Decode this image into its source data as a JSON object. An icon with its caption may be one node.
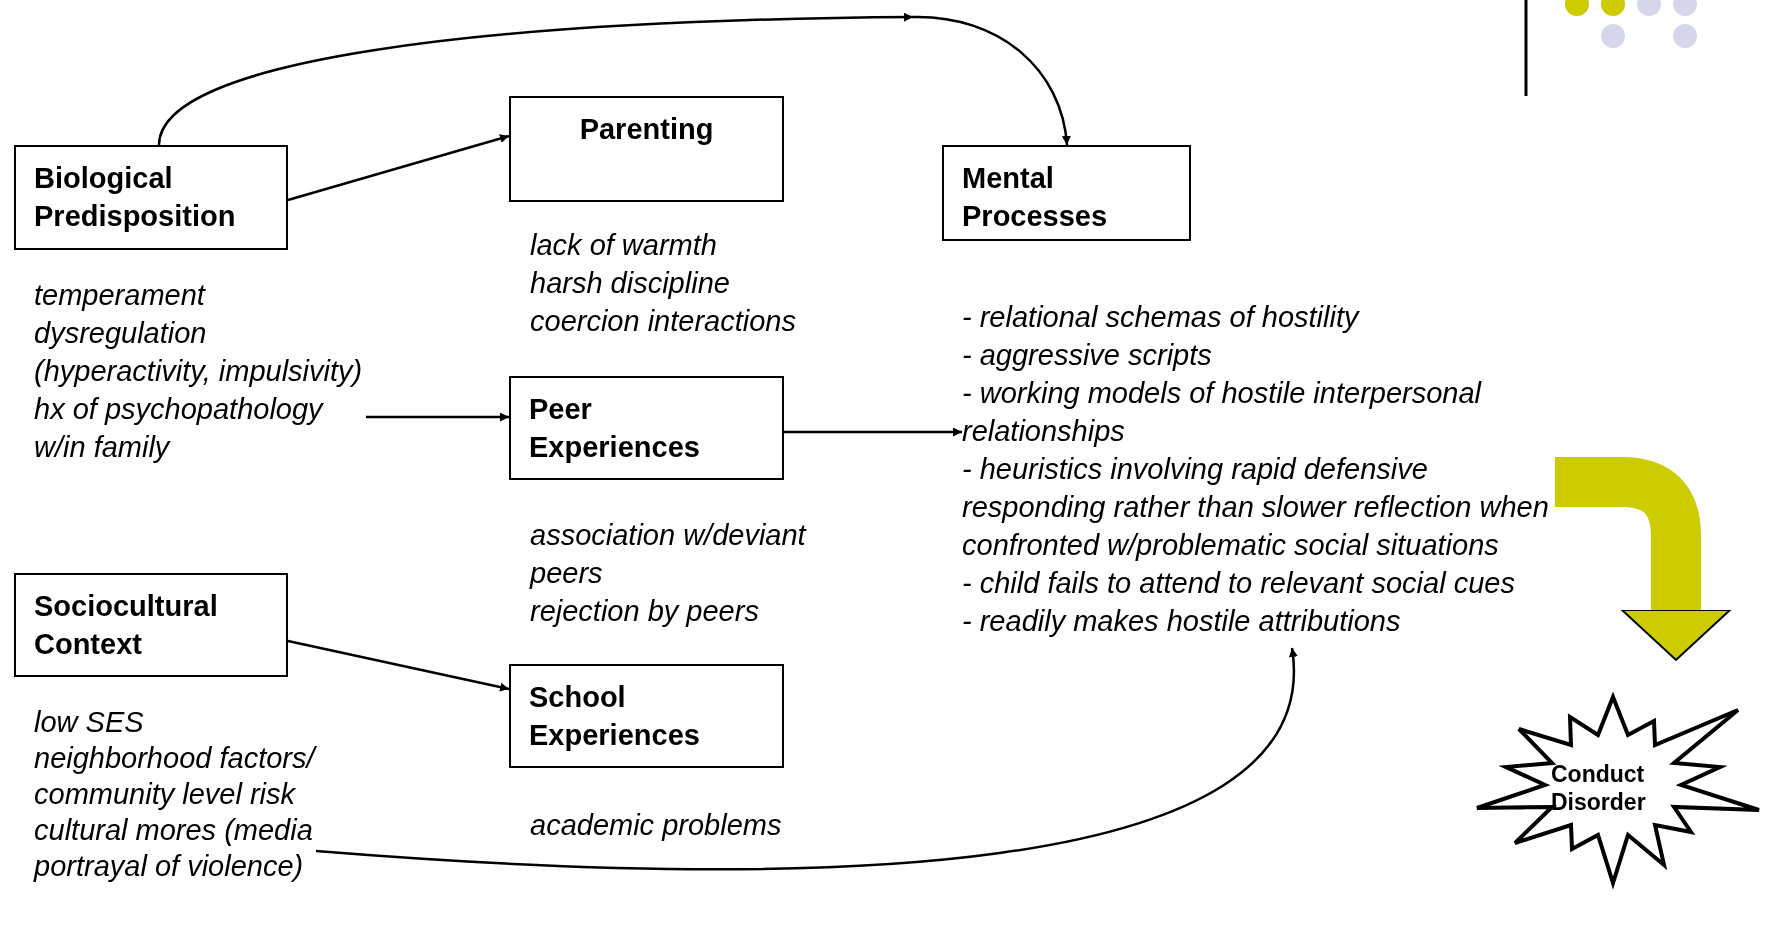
{
  "diagram": {
    "nodes": [
      {
        "text": [
          "Biological Predisposition"
        ]
      },
      {
        "text": [
          "Parenting"
        ],
        "beside": [
          "lack of warmth",
          "harsh discipline",
          "coercion interactions"
        ]
      },
      {
        "text": [
          "Mental Processes"
        ]
      },
      {
        "text": [
          "temperament",
          "dysregulation (hyperactivity, impulsivity)",
          "hx of psychopathology w/in family"
        ]
      },
      {
        "text": [
          "Peer Experiences"
        ],
        "beside": [
          "association w/deviant peers",
          "rejection by peers"
        ]
      },
      {
        "text": [
          "- relational schemas of hostility",
          "- aggressive scripts",
          "- working models of hostile interpersonal relationships",
          "- heuristics involving rapid defensive responding rather than slower reflection when confronted w/problematic social situations",
          "- child fails to attend to relevant social cues",
          "- readily makes hostile attributions"
        ]
      },
      {
        "text": [
          "Sociocultural Context"
        ]
      },
      {
        "text": [
          "School Experiences"
        ],
        "beside": [
          "academic problems"
        ]
      },
      {
        "text": [
          "low SES",
          "neighborhood factors/ community level risk",
          "cultural mores (media portrayal of violence)"
        ]
      },
      {
        "text": [
          "Conduct Disorder"
        ]
      }
    ],
    "edges": [
      {
        "from": 0,
        "to": 1,
        "arrow": "to"
      },
      {
        "from": 0,
        "to": 2,
        "arrow": "to"
      },
      {
        "from": 3,
        "to": 4,
        "arrow": "to"
      },
      {
        "from": 4,
        "to": 5,
        "arrow": "to"
      },
      {
        "from": 6,
        "to": 7,
        "arrow": "to"
      },
      {
        "from": 8,
        "to": 5,
        "arrow": "to"
      },
      {
        "from": 5,
        "to": 9,
        "arrow": "to",
        "style": "thick",
        "color": "#cccc00"
      }
    ]
  }
}
